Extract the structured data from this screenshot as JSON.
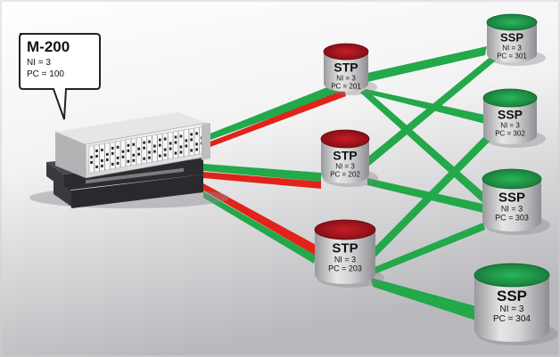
{
  "colors": {
    "link_green": "#23a84a",
    "link_red": "#e2231a",
    "stp_top": "#a8121c",
    "ssp_top": "#1f9a4a",
    "cylinder_body": "#c9c9cc",
    "background_top": "#ffffff",
    "background_bottom": "#bfbfc2"
  },
  "device": {
    "name": "M-200",
    "ni": "NI = 3",
    "pc": "PC = 100",
    "icon": "rack-chassis-icon"
  },
  "stps": [
    {
      "name": "STP",
      "ni": "NI = 3",
      "pc": "PC = 201"
    },
    {
      "name": "STP",
      "ni": "NI = 3",
      "pc": "PC = 202"
    },
    {
      "name": "STP",
      "ni": "NI = 3",
      "pc": "PC = 203"
    }
  ],
  "ssps": [
    {
      "name": "SSP",
      "ni": "NI = 3",
      "pc": "PC = 301"
    },
    {
      "name": "SSP",
      "ni": "NI = 3",
      "pc": "PC = 302"
    },
    {
      "name": "SSP",
      "ni": "NI = 3",
      "pc": "PC = 303"
    },
    {
      "name": "SSP",
      "ni": "NI = 3",
      "pc": "PC = 304"
    }
  ]
}
